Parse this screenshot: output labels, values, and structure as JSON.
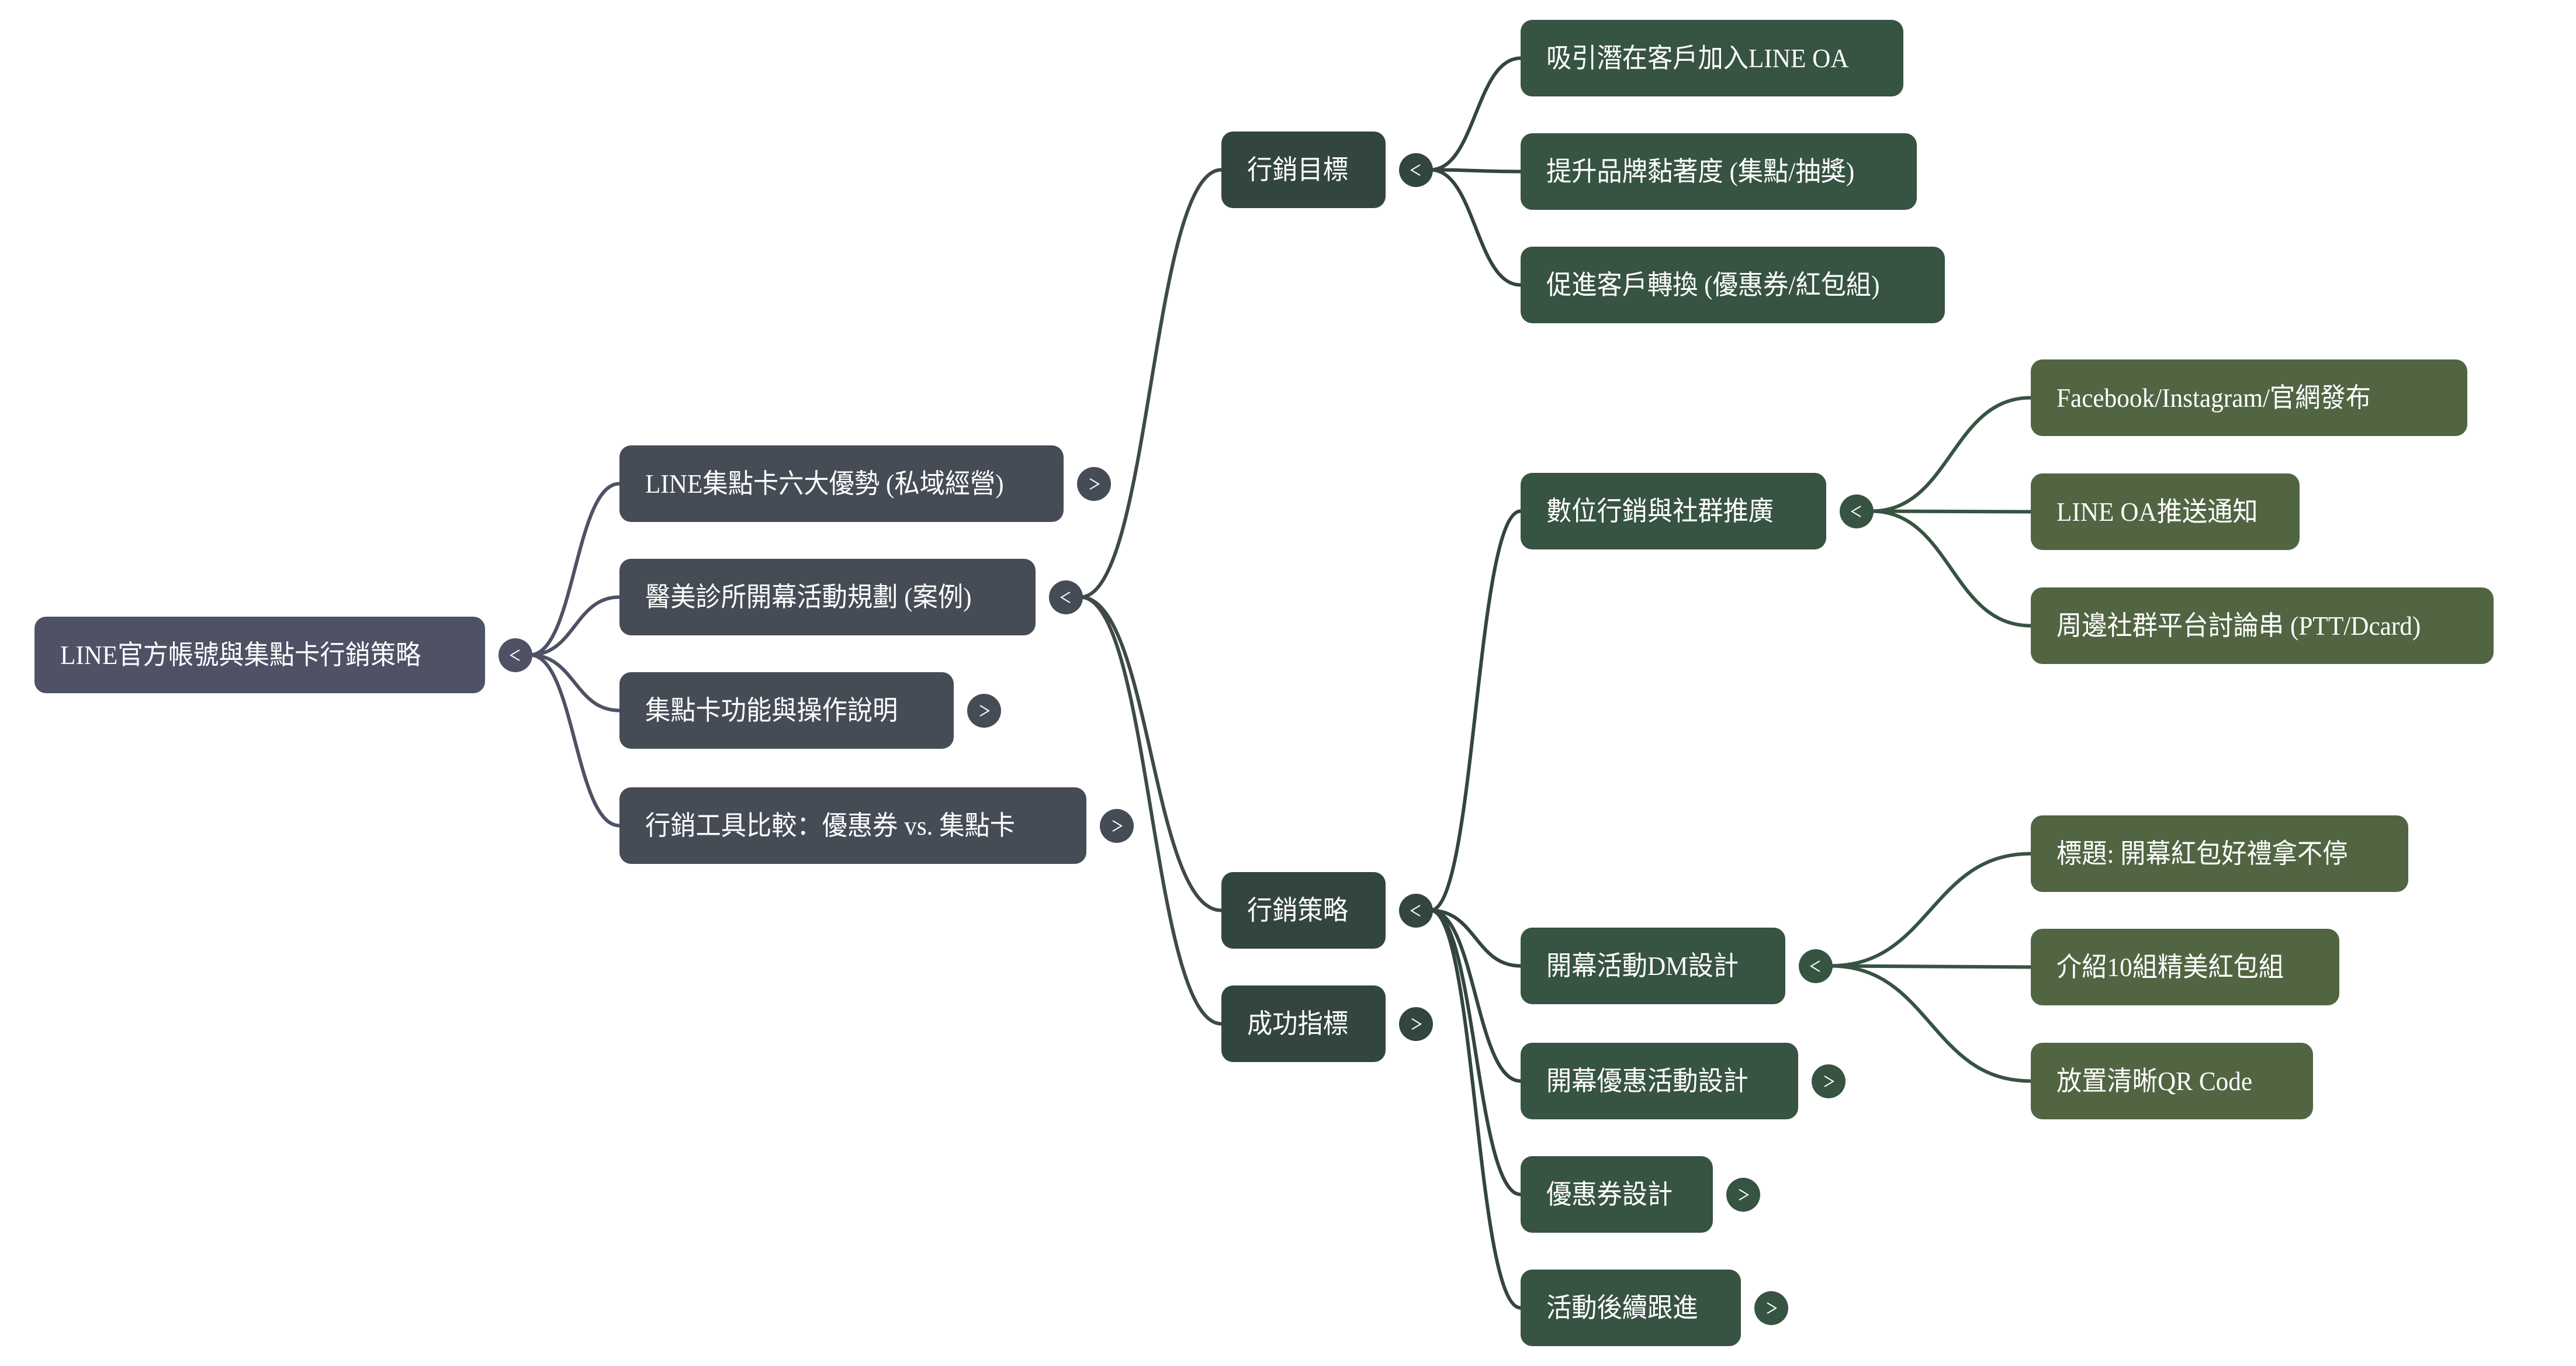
{
  "colors": {
    "background": "#ffffff",
    "root": "#4f5165",
    "level1": "#454c56",
    "level2": "#33453f",
    "level3": "#375342",
    "level4": "#516543",
    "text": "#ffffff"
  },
  "mindmap": {
    "root": {
      "label": "LINE官方帳號與集點卡行銷策略",
      "toggle": "collapse",
      "children": [
        {
          "label": "LINE集點卡六大優勢 (私域經營)",
          "toggle": "expand"
        },
        {
          "label": "醫美診所開幕活動規劃 (案例)",
          "toggle": "collapse",
          "children": [
            {
              "label": "行銷目標",
              "toggle": "collapse",
              "children": [
                {
                  "label": "吸引潛在客戶加入LINE OA"
                },
                {
                  "label": "提升品牌黏著度 (集點/抽獎)"
                },
                {
                  "label": "促進客戶轉換 (優惠券/紅包組)"
                }
              ]
            },
            {
              "label": "行銷策略",
              "toggle": "collapse",
              "children": [
                {
                  "label": "數位行銷與社群推廣",
                  "toggle": "collapse",
                  "children": [
                    {
                      "label": "Facebook/Instagram/官網發布"
                    },
                    {
                      "label": "LINE OA推送通知"
                    },
                    {
                      "label": "周邊社群平台討論串 (PTT/Dcard)"
                    }
                  ]
                },
                {
                  "label": "開幕活動DM設計",
                  "toggle": "collapse",
                  "children": [
                    {
                      "label": "標題: 開幕紅包好禮拿不停"
                    },
                    {
                      "label": "介紹10組精美紅包組"
                    },
                    {
                      "label": "放置清晰QR Code"
                    }
                  ]
                },
                {
                  "label": "開幕優惠活動設計",
                  "toggle": "expand"
                },
                {
                  "label": "優惠券設計",
                  "toggle": "expand"
                },
                {
                  "label": "活動後續跟進",
                  "toggle": "expand"
                }
              ]
            },
            {
              "label": "成功指標",
              "toggle": "expand"
            }
          ]
        },
        {
          "label": "集點卡功能與操作說明",
          "toggle": "expand"
        },
        {
          "label": "行銷工具比較：優惠券 vs. 集點卡",
          "toggle": "expand"
        }
      ]
    }
  }
}
